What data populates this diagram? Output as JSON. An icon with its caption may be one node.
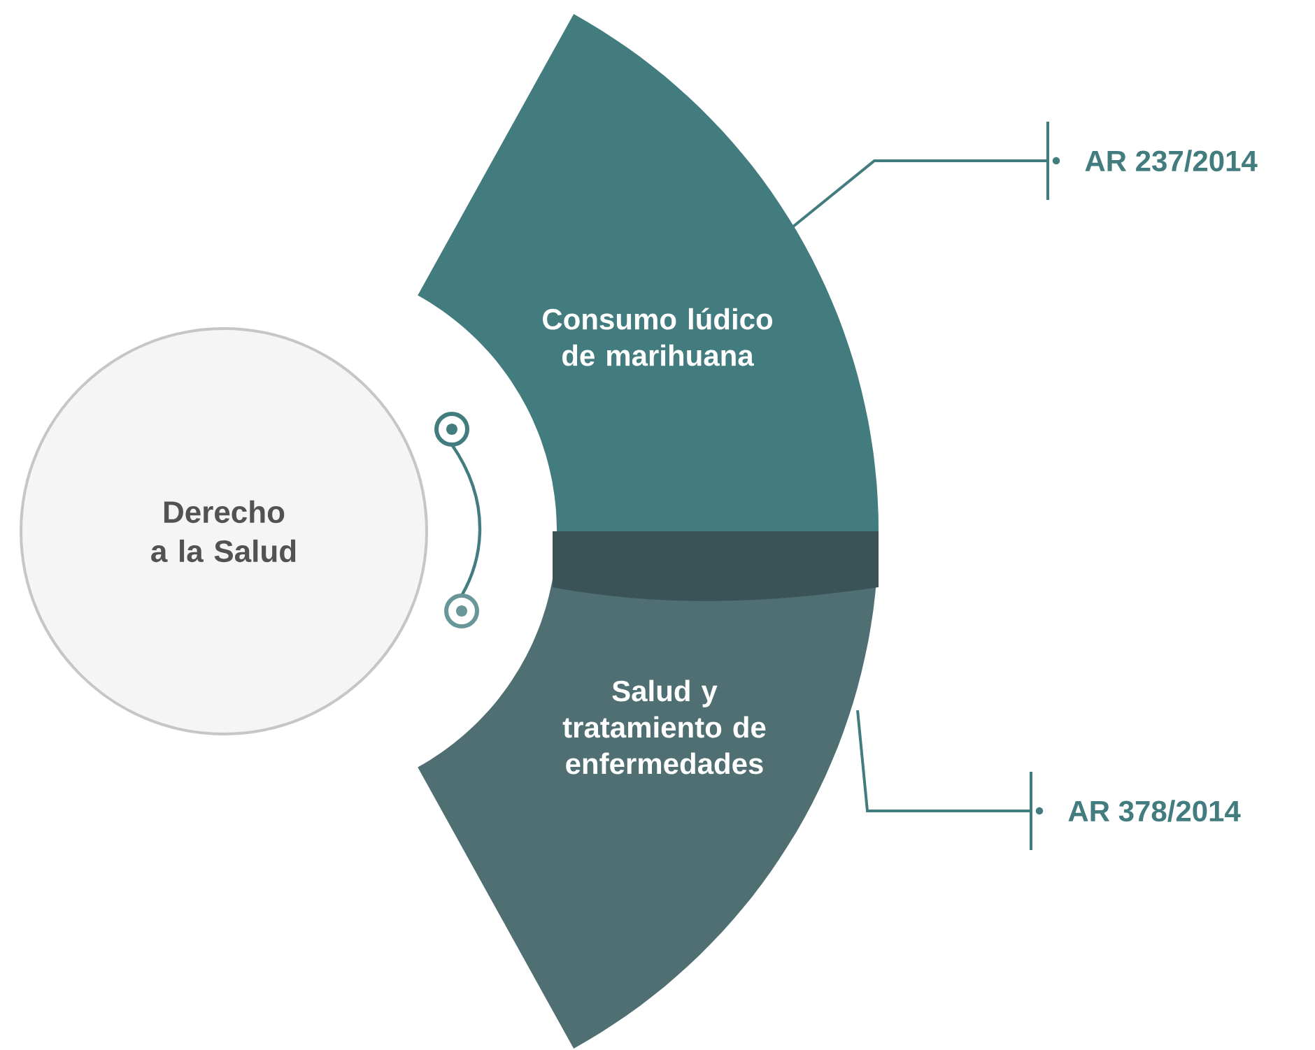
{
  "diagram": {
    "nodes": [
      {
        "text": [
          "Derecho a la Salud"
        ]
      },
      {
        "text": [
          "Consumo lúdico de marihuana"
        ]
      },
      {
        "text": [
          "Salud y tratamiento de enfermedades"
        ]
      },
      {
        "text": [
          "AR 237/2014"
        ]
      },
      {
        "text": [
          "AR 378/2014"
        ]
      }
    ],
    "edges": [
      {
        "from": 1,
        "to": 3,
        "arrow": "none"
      },
      {
        "from": 2,
        "to": 4,
        "arrow": "none"
      }
    ]
  }
}
